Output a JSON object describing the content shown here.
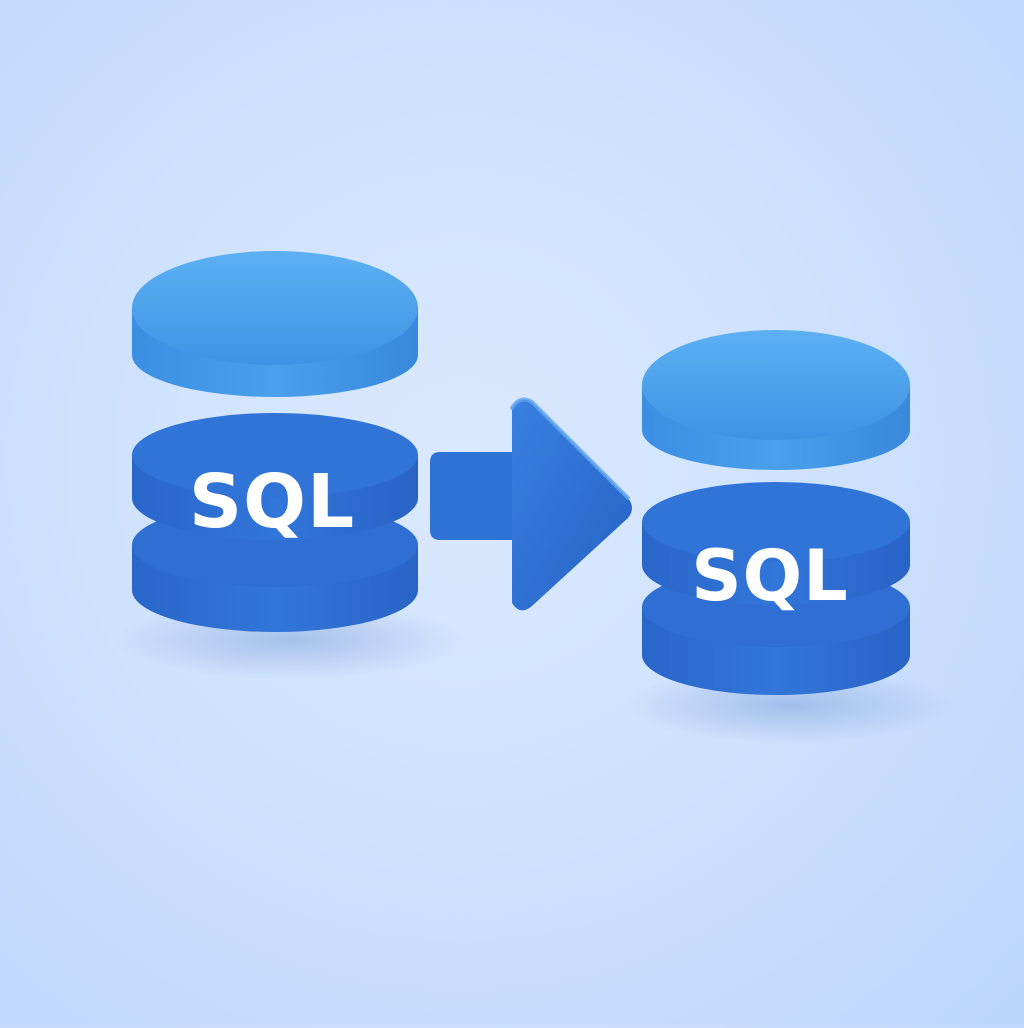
{
  "illustration": {
    "source_database": {
      "label": "SQL",
      "icon": "database-icon"
    },
    "arrow": {
      "icon": "arrow-right-icon",
      "direction": "right"
    },
    "target_database": {
      "label": "SQL",
      "icon": "database-icon"
    }
  },
  "colors": {
    "background": "#cfe2fd",
    "disk_top": "#4aa3ec",
    "disk_body": "#2f73d6",
    "arrow": "#2c6fd3",
    "label": "#ffffff"
  }
}
